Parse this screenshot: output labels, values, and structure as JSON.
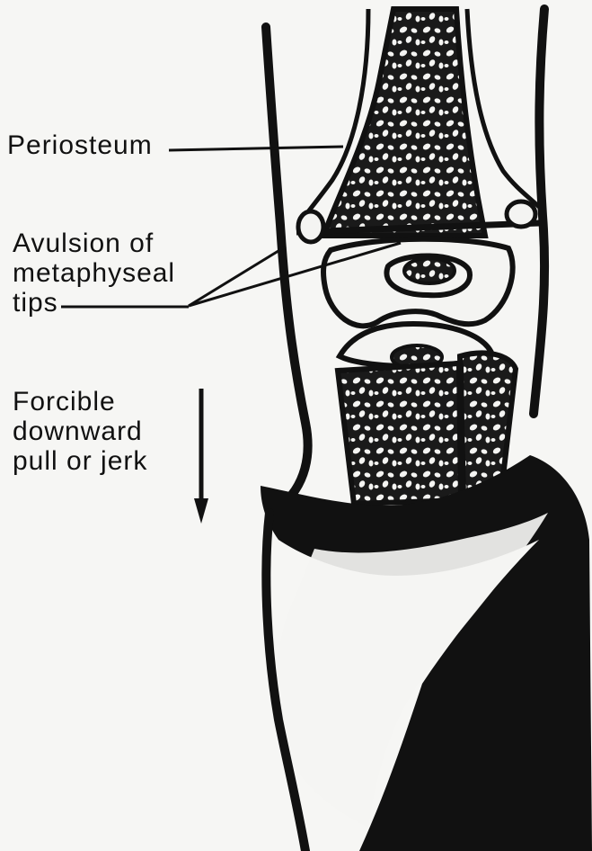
{
  "labels": {
    "periosteum": "Periosteum",
    "avulsion": [
      "Avulsion of",
      "metaphyseal",
      "tips"
    ],
    "force": [
      "Forcible",
      "downward",
      "pull or jerk"
    ]
  },
  "colors": {
    "ink": "#111111",
    "paper": "#f6f6f4"
  },
  "icons": {
    "force_arrow": "arrow-down"
  }
}
